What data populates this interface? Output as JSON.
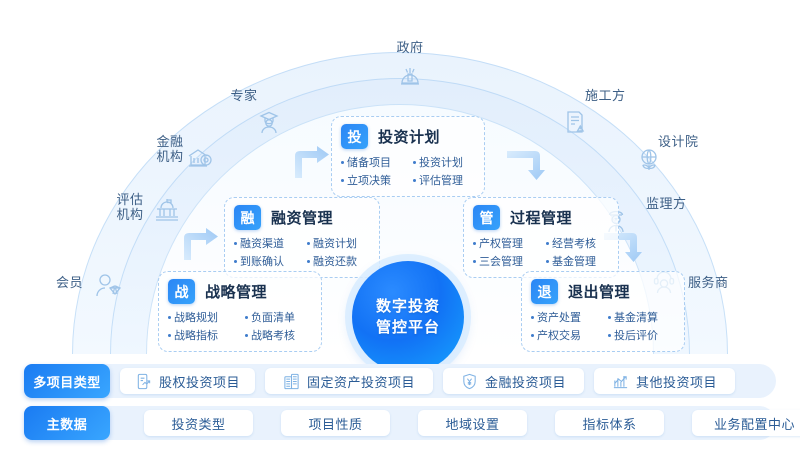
{
  "center": {
    "line1": "数字投资",
    "line2": "管控平台"
  },
  "stakeholders": [
    {
      "label": "政府",
      "icon": "government-icon"
    },
    {
      "label": "专家",
      "icon": "expert-graduate-icon"
    },
    {
      "label": "施工方",
      "icon": "construction-doc-icon"
    },
    {
      "label": "金融\n机构",
      "icon": "bank-icon"
    },
    {
      "label": "设计院",
      "icon": "design-globe-icon"
    },
    {
      "label": "评估\n机构",
      "icon": "institution-icon"
    },
    {
      "label": "监理方",
      "icon": "supervisor-icon"
    },
    {
      "label": "会员",
      "icon": "member-icon"
    },
    {
      "label": "服务商",
      "icon": "service-agent-icon"
    }
  ],
  "modules": [
    {
      "tag": "投",
      "title": "投资计划",
      "items": [
        "储备项目",
        "投资计划",
        "立项决策",
        "评估管理"
      ]
    },
    {
      "tag": "融",
      "title": "融资管理",
      "items": [
        "融资渠道",
        "融资计划",
        "到账确认",
        "融资还款"
      ]
    },
    {
      "tag": "管",
      "title": "过程管理",
      "items": [
        "产权管理",
        "经营考核",
        "三会管理",
        "基金管理"
      ]
    },
    {
      "tag": "战",
      "title": "战略管理",
      "items": [
        "战略规划",
        "负面清单",
        "战略指标",
        "战略考核"
      ]
    },
    {
      "tag": "退",
      "title": "退出管理",
      "items": [
        "资产处置",
        "基金清算",
        "产权交易",
        "投后评价"
      ]
    }
  ],
  "rows": [
    {
      "badge": "多项目类型",
      "items": [
        {
          "label": "股权投资项目",
          "icon": "equity-chart-icon"
        },
        {
          "label": "固定资产投资项目",
          "icon": "building-icon"
        },
        {
          "label": "金融投资项目",
          "icon": "yuan-shield-icon"
        },
        {
          "label": "其他投资项目",
          "icon": "trend-chart-icon"
        }
      ]
    },
    {
      "badge": "主数据",
      "items": [
        {
          "label": "投资类型",
          "icon": ""
        },
        {
          "label": "项目性质",
          "icon": ""
        },
        {
          "label": "地域设置",
          "icon": ""
        },
        {
          "label": "指标体系",
          "icon": ""
        },
        {
          "label": "业务配置中心",
          "icon": ""
        }
      ]
    }
  ],
  "colors": {
    "accent": "#1a7bf2",
    "accent_light": "#39a6ff",
    "arc_band": "#e2eefc",
    "card_border": "#a9cdf2",
    "text_dark": "#19314f",
    "text_blue": "#2f5d97",
    "icon_blue": "#9fc4e8"
  }
}
